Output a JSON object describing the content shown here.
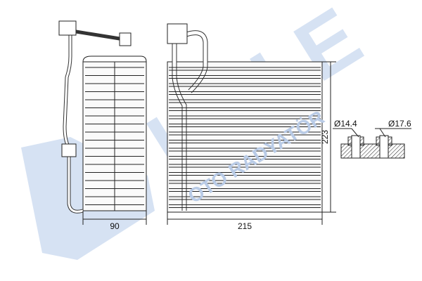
{
  "watermark": {
    "brand": "KALE",
    "subtitle": "OTO RADYATÖR",
    "color": "#d6e2f3"
  },
  "dimensions": {
    "depth": "90",
    "width": "215",
    "height": "223"
  },
  "fittings": {
    "small_diameter": "Ø14.4",
    "large_diameter": "Ø17.6"
  },
  "colors": {
    "line": "#222222",
    "fin": "#e8e8e8"
  }
}
